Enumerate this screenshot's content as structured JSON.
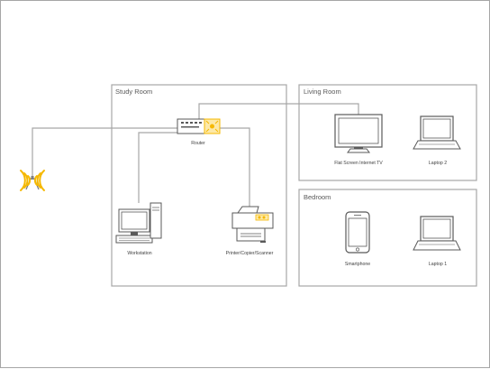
{
  "colors": {
    "line": "#a6a6a6",
    "device": "#595959",
    "accent": "#f5b800",
    "accent_light": "#fde9a8",
    "text": "#595959"
  },
  "rooms": {
    "study": {
      "label": "Study Room"
    },
    "living": {
      "label": "Living Room"
    },
    "bedroom": {
      "label": "Bedroom"
    }
  },
  "devices": {
    "router": {
      "label": "Router",
      "icon": "router-icon"
    },
    "workstation": {
      "label": "Workstation",
      "icon": "desktop-computer-icon"
    },
    "printer": {
      "label": "Printer/Copier/Scanner",
      "icon": "printer-icon"
    },
    "tv": {
      "label": "Flat Screen Internet TV",
      "icon": "monitor-icon"
    },
    "laptop2": {
      "label": "Laptop 2",
      "icon": "laptop-icon"
    },
    "smartphone": {
      "label": "Smartphone",
      "icon": "smartphone-icon"
    },
    "laptop1": {
      "label": "Laptop 1",
      "icon": "laptop-icon"
    },
    "antenna": {
      "label": "",
      "icon": "wireless-antenna-icon"
    }
  }
}
